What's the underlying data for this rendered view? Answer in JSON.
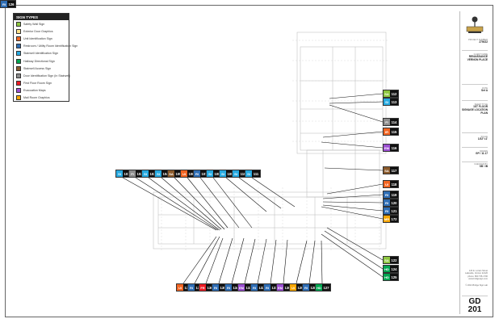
{
  "legend": {
    "title": "SIGN TYPES",
    "items": [
      {
        "label": "Safety Wall Sign",
        "color": "#8dc63f"
      },
      {
        "label": "Exterior Door Graphics",
        "color": "#ffe28a"
      },
      {
        "label": "Unit Identification Sign",
        "color": "#f26522"
      },
      {
        "label": "Restroom / Utility Room Identification Sign",
        "color": "#2e6db4"
      },
      {
        "label": "Stairwell Identification Sign",
        "color": "#27aae1"
      },
      {
        "label": "Hallway Directional Sign",
        "color": "#00a651"
      },
      {
        "label": "Stairwell Access Sign",
        "color": "#8b5a2b"
      },
      {
        "label": "Door Identification Sign (In Stairwell)",
        "color": "#8c8c8c"
      },
      {
        "label": "First Floor Room Sign",
        "color": "#ed1c24"
      },
      {
        "label": "Evacuation Maps",
        "color": "#9b4fd1"
      },
      {
        "label": "Mail Room Graphics",
        "color": "#f7a600"
      }
    ]
  },
  "titleblock": {
    "project_label": "PROJECT NUMBER",
    "project_value": "279022",
    "client_label": "CLIENT NAME",
    "client_value": "RENAISSANCE VERNON PLACE",
    "date_label": "DATE",
    "date_value": "Set A",
    "title_label": "SHEET TITLE",
    "title_value": "1ST FLOOR SIGNAGE LOCATION PLAN",
    "scale_label": "SCALE",
    "scale_value": "1/32\"=1'",
    "drawn_label": "DRAWN",
    "drawn_value": "GP / 11.17",
    "check_label": "CHECKED BY",
    "check_value": "SB / IB",
    "address": [
      "123 E. Lorain Street",
      "Lakeside, Vernon 22120",
      "phone: 860 735-1700",
      "www.bridgesign.com"
    ],
    "copyright": "© 2021 Bridge Sign Lab",
    "sheet_label": "GD",
    "sheet_number": "201"
  },
  "tags": [
    {
      "code": "SA",
      "num": "112",
      "color": "#8dc63f"
    },
    {
      "code": "SI",
      "num": "113",
      "color": "#27aae1"
    },
    {
      "code": "FI",
      "num": "114",
      "color": "#8c8c8c"
    },
    {
      "code": "IR",
      "num": "115",
      "color": "#f26522"
    },
    {
      "code": "EM",
      "num": "116",
      "color": "#9b4fd1"
    },
    {
      "code": "SA",
      "num": "117",
      "color": "#8b5a2b"
    },
    {
      "code": "UI",
      "num": "118",
      "color": "#f26522"
    },
    {
      "code": "RI",
      "num": "119",
      "color": "#2e6db4"
    },
    {
      "code": "RI",
      "num": "120",
      "color": "#2e6db4"
    },
    {
      "code": "RI",
      "num": "121",
      "color": "#2e6db4"
    },
    {
      "code": "MR",
      "num": "172",
      "color": "#f7a600"
    },
    {
      "code": "SA",
      "num": "122",
      "color": "#8dc63f"
    },
    {
      "code": "HD",
      "num": "124",
      "color": "#00a651"
    },
    {
      "code": "HD",
      "num": "125",
      "color": "#00a651"
    },
    {
      "code": "SI",
      "num": "101",
      "color": "#27aae1"
    },
    {
      "code": "FI",
      "num": "102",
      "color": "#8c8c8c"
    },
    {
      "code": "SI",
      "num": "103",
      "color": "#27aae1"
    },
    {
      "code": "SI",
      "num": "104",
      "color": "#27aae1"
    },
    {
      "code": "SA",
      "num": "105",
      "color": "#8b5a2b"
    },
    {
      "code": "UI",
      "num": "106",
      "color": "#f26522"
    },
    {
      "code": "RI",
      "num": "107",
      "color": "#2e6db4"
    },
    {
      "code": "SI",
      "num": "108",
      "color": "#27aae1"
    },
    {
      "code": "SI",
      "num": "109",
      "color": "#27aae1"
    },
    {
      "code": "SI",
      "num": "110",
      "color": "#27aae1"
    },
    {
      "code": "SI",
      "num": "111",
      "color": "#27aae1"
    },
    {
      "code": "UI",
      "num": "138",
      "color": "#f26522"
    },
    {
      "code": "RI",
      "num": "137",
      "color": "#2e6db4"
    },
    {
      "code": "FR",
      "num": "136",
      "color": "#ed1c24"
    },
    {
      "code": "RI",
      "num": "135",
      "color": "#2e6db4"
    },
    {
      "code": "RI",
      "num": "134",
      "color": "#2e6db4"
    },
    {
      "code": "EM",
      "num": "133",
      "color": "#9b4fd1"
    },
    {
      "code": "RI",
      "num": "132",
      "color": "#2e6db4"
    },
    {
      "code": "RI",
      "num": "131",
      "color": "#2e6db4"
    },
    {
      "code": "EM",
      "num": "130",
      "color": "#9b4fd1"
    },
    {
      "code": "UI",
      "num": "129",
      "color": "#f7a600"
    },
    {
      "code": "RI",
      "num": "128",
      "color": "#2e6db4"
    },
    {
      "code": "HD",
      "num": "127",
      "color": "#00a651"
    },
    {
      "code": "RI",
      "num": "126",
      "color": "#2e6db4"
    }
  ]
}
